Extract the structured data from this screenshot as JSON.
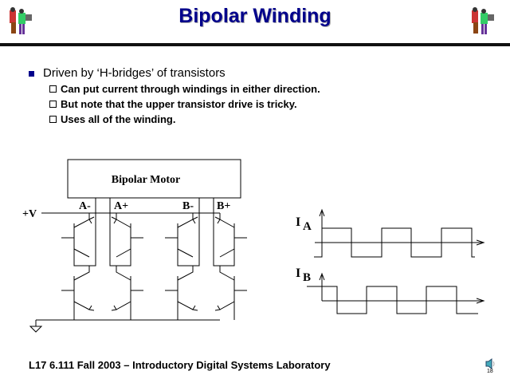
{
  "title": "Bipolar Winding",
  "bullet": "Driven by ‘H-bridges’ of transistors",
  "sub_bullets": [
    "Can put current through windings in either direction.",
    "But note that the upper transistor drive is tricky.",
    "Uses all of the winding."
  ],
  "diagram": {
    "motor_label": "Bipolar Motor",
    "supply_label": "+V",
    "terminals": [
      "A-",
      "A+",
      "B-",
      "B+"
    ],
    "waveform_labels": [
      {
        "main": "I",
        "sub": "A"
      },
      {
        "main": "I",
        "sub": "B"
      }
    ]
  },
  "footer": "L17  6.111  Fall 2003 – Introductory Digital Systems Laboratory",
  "page_number": "18",
  "colors": {
    "title": "#00008b",
    "bullet": "#00008b"
  }
}
